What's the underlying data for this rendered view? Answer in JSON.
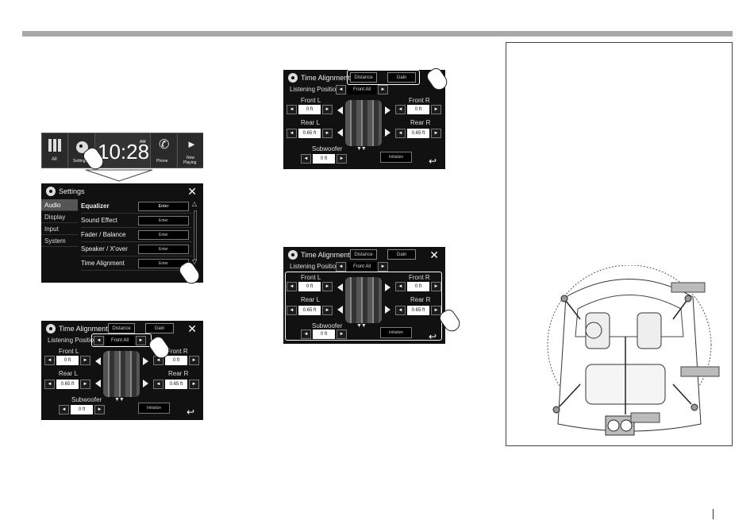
{
  "home": {
    "menu_all": "All",
    "menu_settings": "Settings",
    "clock": "10:28",
    "ampm": "AM",
    "menu_phone": "Phone",
    "menu_now": "Now",
    "menu_playing": "Playing"
  },
  "settings": {
    "title": "Settings",
    "close": "✕",
    "sidebar": [
      "Audio",
      "Display",
      "Input",
      "System"
    ],
    "rows": [
      {
        "label": "Equalizer",
        "button": "Enter"
      },
      {
        "label": "Sound Effect",
        "button": "Enter"
      },
      {
        "label": "Fader / Balance",
        "button": "Enter"
      },
      {
        "label": "Speaker / X'over",
        "button": "Enter"
      },
      {
        "label": "Time Alignment",
        "button": "Enter"
      }
    ]
  },
  "ta": {
    "title": "Time Alignment",
    "tab_distance": "Distance",
    "tab_gain": "Gain",
    "close": "✕",
    "listening_label": "Listening Position",
    "listening_value": "Front All",
    "front_l": "Front L",
    "front_r": "Front R",
    "rear_l": "Rear L",
    "rear_r": "Rear R",
    "subwoofer": "Subwoofer",
    "initialize": "Initialize",
    "val_front_l": "0 ft",
    "val_front_r": "0 ft",
    "val_rear_l": "0.65 ft",
    "val_rear_r": "0.65 ft",
    "val_sub": "0 ft",
    "left_arrow": "◄",
    "right_arrow": "►",
    "back": "↩",
    "sub_icon": "▼▼"
  },
  "colors": {
    "screen_bg": "#111111",
    "rule": "#a8a8a8",
    "highlight": "#ffffff"
  }
}
